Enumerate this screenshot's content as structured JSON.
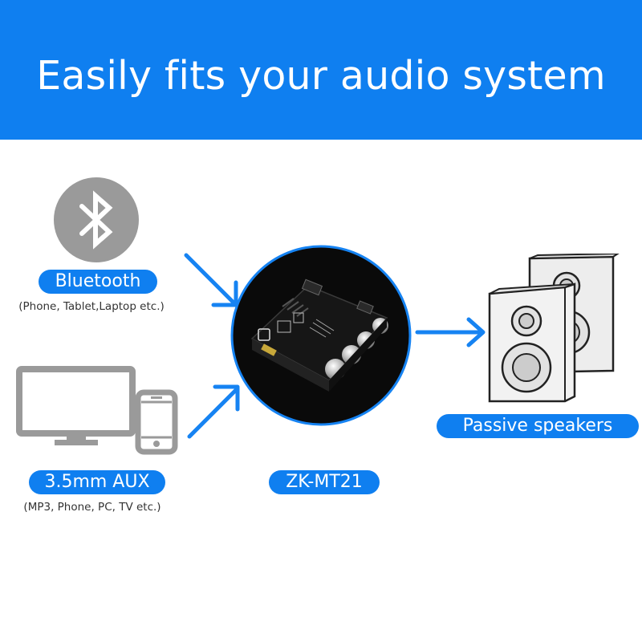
{
  "banner": {
    "title": "Easily fits your audio system"
  },
  "sources": {
    "bluetooth": {
      "label": "Bluetooth",
      "caption": "(Phone, Tablet,Laptop etc.)"
    },
    "aux": {
      "label": "3.5mm AUX",
      "caption": "(MP3, Phone, PC, TV etc.)"
    }
  },
  "board": {
    "label": "ZK-MT21"
  },
  "output": {
    "label": "Passive speakers"
  },
  "colors": {
    "accent": "#0f7ff0",
    "icon_gray": "#9a9a9a",
    "arrow": "#1683f2"
  },
  "icons": [
    "bluetooth-icon",
    "monitor-icon",
    "phone-icon",
    "amplifier-board-image",
    "speakers-icon",
    "arrow-icon"
  ]
}
